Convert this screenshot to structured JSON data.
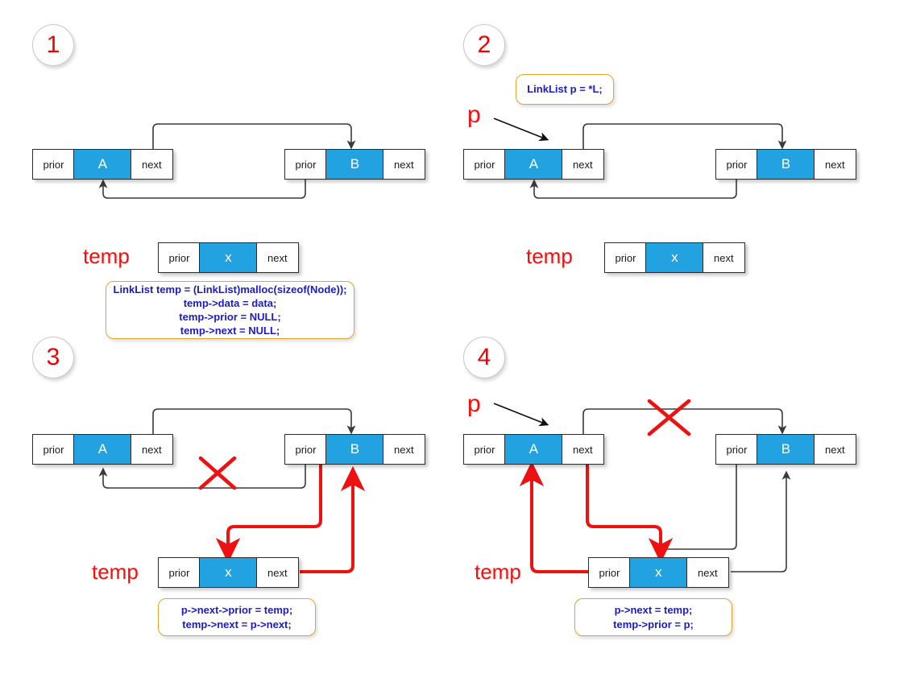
{
  "diagram": {
    "title": "Doubly linked list insertion steps",
    "colors": {
      "node_data_fill": "#22a2e0",
      "node_border": "#2b2b2b",
      "label_red": "#ff0a0a",
      "code_text": "#1b1bc8",
      "code_border": "#e6a12c",
      "link_gray": "#3a3a3a",
      "new_link_red": "#ee1111"
    },
    "node_fields": {
      "prior": "prior",
      "next": "next"
    },
    "steps": [
      {
        "number": "1",
        "nodes": [
          {
            "id": "a",
            "prior": "prior",
            "data": "A",
            "next": "next"
          },
          {
            "id": "b",
            "prior": "prior",
            "data": "B",
            "next": "next"
          },
          {
            "id": "temp",
            "prior": "prior",
            "data": "x",
            "next": "next"
          }
        ],
        "labels": [
          {
            "text": "temp"
          }
        ],
        "code": [
          "LinkList temp = (LinkList)malloc(sizeof(Node));",
          "temp->data = data;",
          "temp->prior = NULL;",
          "temp->next = NULL;"
        ]
      },
      {
        "number": "2",
        "nodes": [
          {
            "id": "a",
            "prior": "prior",
            "data": "A",
            "next": "next"
          },
          {
            "id": "b",
            "prior": "prior",
            "data": "B",
            "next": "next"
          },
          {
            "id": "temp",
            "prior": "prior",
            "data": "x",
            "next": "next"
          }
        ],
        "labels": [
          {
            "text": "p"
          },
          {
            "text": "temp"
          }
        ],
        "code": [
          "LinkList p = *L;"
        ]
      },
      {
        "number": "3",
        "nodes": [
          {
            "id": "a",
            "prior": "prior",
            "data": "A",
            "next": "next"
          },
          {
            "id": "b",
            "prior": "prior",
            "data": "B",
            "next": "next"
          },
          {
            "id": "temp",
            "prior": "prior",
            "data": "x",
            "next": "next"
          }
        ],
        "labels": [
          {
            "text": "temp"
          }
        ],
        "code": [
          "p->next->prior = temp;",
          "temp->next = p->next;"
        ]
      },
      {
        "number": "4",
        "nodes": [
          {
            "id": "a",
            "prior": "prior",
            "data": "A",
            "next": "next"
          },
          {
            "id": "b",
            "prior": "prior",
            "data": "B",
            "next": "next"
          },
          {
            "id": "temp",
            "prior": "prior",
            "data": "x",
            "next": "next"
          }
        ],
        "labels": [
          {
            "text": "p"
          },
          {
            "text": "temp"
          }
        ],
        "code": [
          "p->next = temp;",
          "temp->prior = p;"
        ]
      }
    ]
  }
}
